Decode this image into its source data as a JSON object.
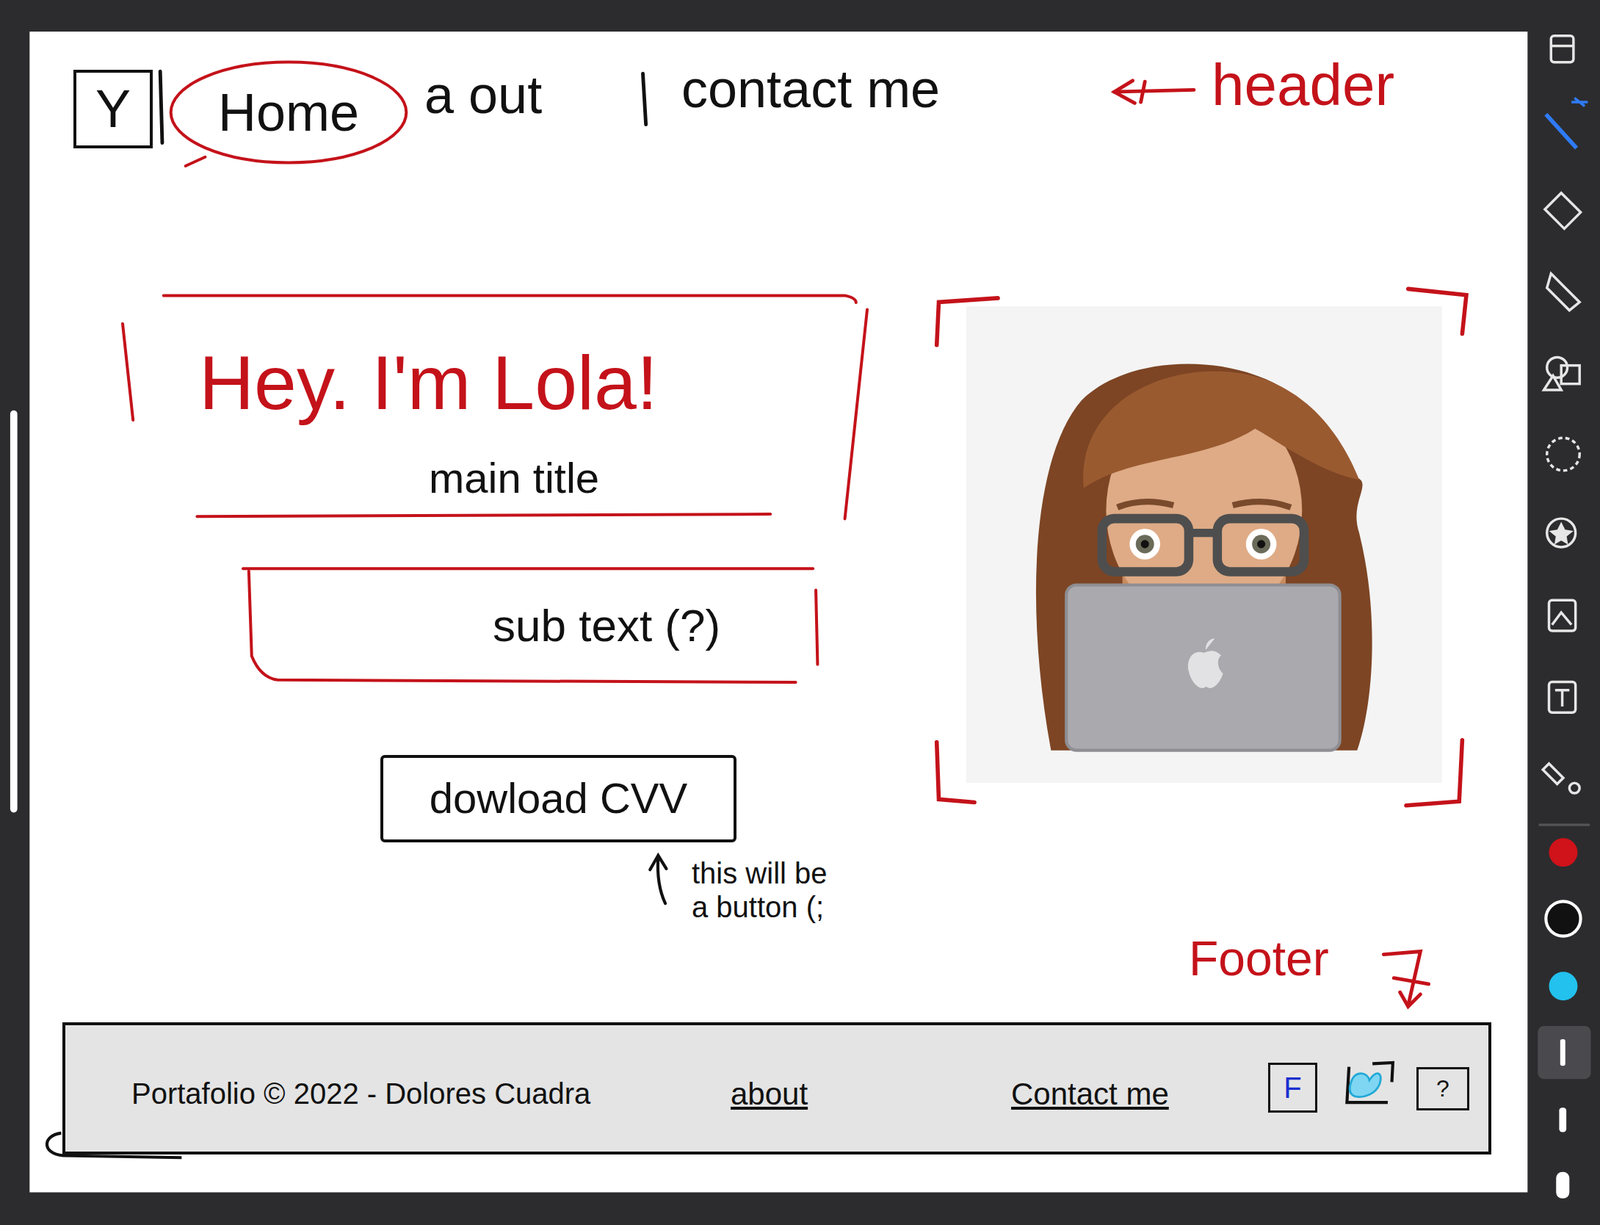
{
  "diagram": {
    "nodes": [
      {
        "text": [
          "Y"
        ]
      },
      {
        "text": [
          "Home"
        ]
      },
      {
        "text": [
          "Hey. I'm Lola!",
          "main title"
        ]
      },
      {
        "text": [
          "sub text (?)"
        ]
      },
      {
        "text": [
          "dowload CVV"
        ]
      },
      {
        "text": [
          "Portafolio © 2022 - Dolores Cuadra",
          "about",
          "Contact me"
        ]
      },
      {
        "text": [
          "F"
        ],
        "in": 5
      },
      {
        "text": [
          "?"
        ],
        "in": 5
      }
    ],
    "labels": [
      "a out",
      "contact me",
      "header",
      "this will be a button (;",
      "Footer"
    ]
  }
}
